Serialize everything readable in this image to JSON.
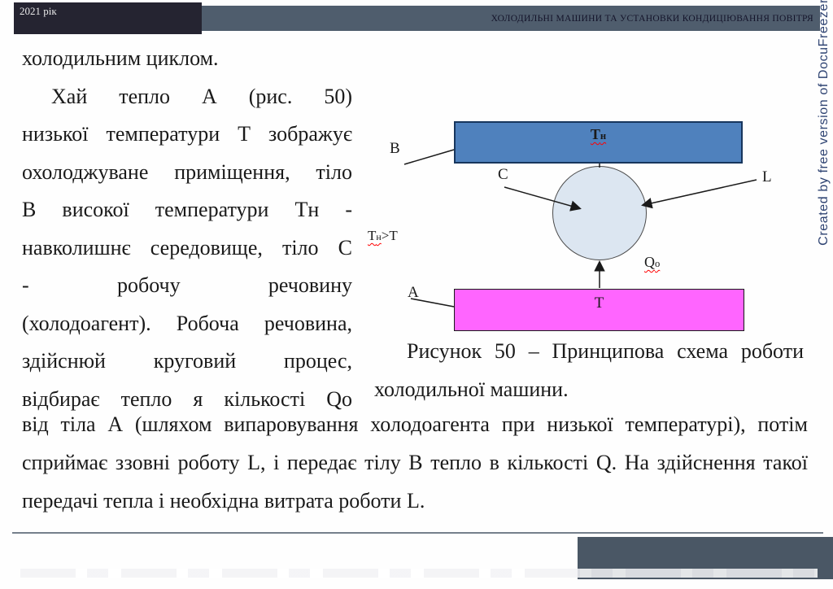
{
  "header": {
    "year": "2021 рік",
    "running_title": "ХОЛОДИЛЬНІ МАШИНИ ТА УСТАНОВКИ КОНДИЦІЮВАННЯ ПОВІТРЯ"
  },
  "watermark": {
    "text": "Created by free version of DocuFreezer"
  },
  "content": {
    "left_column": [
      "холодильним циклом.",
      "Хай тепло А (рис. 50)",
      "низької температури Т зображує",
      "охолоджуване приміщення, тіло",
      "В високої температури Тн -",
      "навколишнє середовище, тіло С",
      "- робочу речовину",
      "(холодоагент). Робоча речовина,",
      "здійснюй круговий процес,",
      "відбирає тепло я кількості Qо"
    ],
    "caption": [
      "Рисунок 50 – Принципова схема роботи",
      "холодильної машини."
    ],
    "bottom_paragraph": [
      "від тіла А (шляхом випаровування холодоагента при низької температурі), потім",
      "сприймає ззовні роботу L, і передає тілу В тепло в кількості Q. На здійснення такої",
      "передачі тепла і необхідна витрата роботи L."
    ]
  },
  "diagram": {
    "hot_reservoir": {
      "t": "Т",
      "sub": "н"
    },
    "cold_reservoir": {
      "t": "Т"
    },
    "condition": {
      "t": "Т",
      "sub": "н",
      "rest": ">Т"
    },
    "heat_qo": {
      "t": "Q",
      "sub": "о"
    },
    "label_b": "B",
    "label_c": "C",
    "label_l": "L",
    "label_a": "A"
  },
  "colors": {
    "hot_rect_fill": "#4f81bd",
    "hot_rect_border": "#17365d",
    "cold_rect_fill": "#ff65ff",
    "circle_fill": "#dce6f1",
    "header_dark": "#252431",
    "header_slate": "#4f5d6d",
    "footer_slate": "#4a5765",
    "watermark_blue": "#2e4372",
    "spellcheck_red": "#ff0000"
  }
}
